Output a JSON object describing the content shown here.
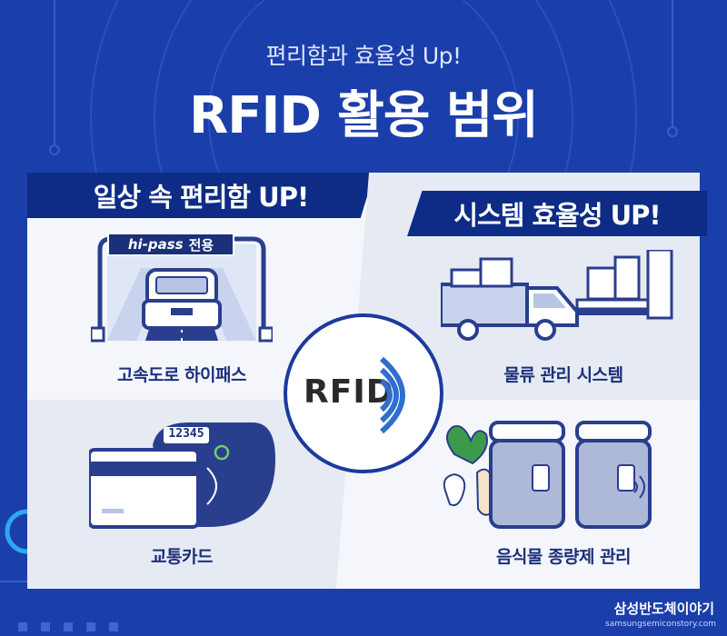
{
  "header": {
    "subtitle": "편리함과 효율성 Up!",
    "title": "RFID 활용 범위"
  },
  "left_panel": {
    "label": "일상 속 편리함 UP!",
    "items": [
      {
        "caption": "고속도로 하이패스",
        "sign_brand": "hi-pass",
        "sign_text": "전용"
      },
      {
        "caption": "교통카드",
        "display": "12345"
      }
    ]
  },
  "right_panel": {
    "label": "시스템 효율성 UP!",
    "items": [
      {
        "caption": "물류 관리 시스템"
      },
      {
        "caption": "음식물 종량제 관리"
      }
    ]
  },
  "center_badge": {
    "text": "RFID"
  },
  "footer": {
    "brand": "삼성반도체이야기",
    "url": "samsungsemiconstory.com"
  },
  "colors": {
    "background": "#1b3faa",
    "label_bar": "#0e2c86",
    "panel_light": "#f4f6fb",
    "panel_gray": "#e6eaf3",
    "caption": "#1b2f7a"
  }
}
